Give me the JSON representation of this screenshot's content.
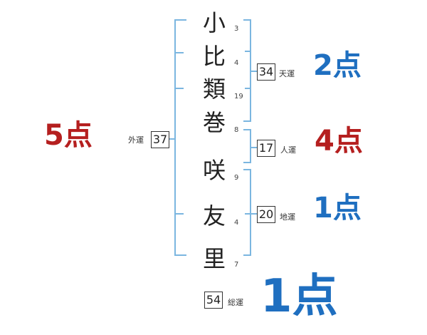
{
  "name_chars": [
    "小",
    "比",
    "類",
    "巻",
    "咲",
    "友",
    "里"
  ],
  "strokes": [
    "3",
    "4",
    "19",
    "8",
    "9",
    "4",
    "7"
  ],
  "tenun": {
    "value": "34",
    "label": "天運",
    "points": "2点"
  },
  "jinun": {
    "value": "17",
    "label": "人運",
    "points": "4点"
  },
  "chiun": {
    "value": "20",
    "label": "地運",
    "points": "1点"
  },
  "gaiun": {
    "value": "37",
    "label": "外運",
    "points": "5点"
  },
  "souun": {
    "value": "54",
    "label": "総運",
    "points": "1点"
  },
  "colors": {
    "bracket": "#7bb6e0",
    "blue": "#1f6fc0",
    "red": "#b51f1f"
  }
}
